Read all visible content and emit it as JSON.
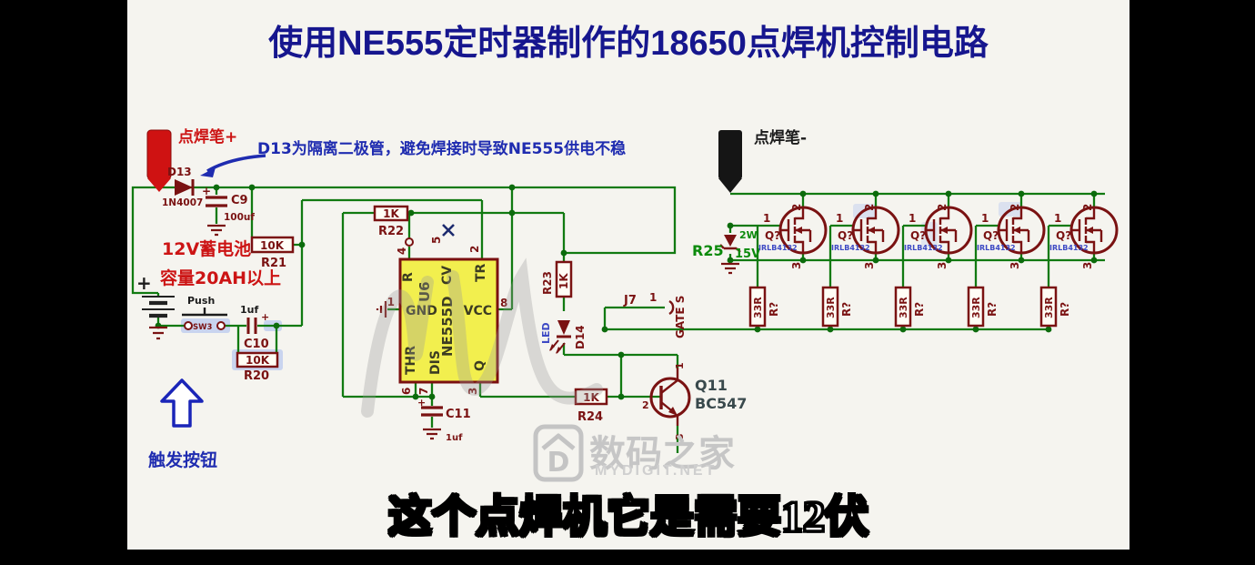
{
  "title": "使用NE555定时器制作的18650点焊机控制电路",
  "subtitle": "这个点焊机它是需要12伏",
  "labels": {
    "pen_positive": "点焊笔+",
    "pen_negative": "点焊笔-",
    "d13_note": "D13为隔离二极管，避免焊接时导致NE555供电不稳",
    "battery_line1": "12V蓄电池",
    "battery_line2": "容量20AH以上",
    "battery_plus": "+",
    "trigger": "触发按钮"
  },
  "watermark": {
    "logo_letter": "D",
    "name": "数码之家",
    "site": "MYDIGIT.NET"
  },
  "ne555": {
    "ref": "U6",
    "part": "NE555D",
    "pins": {
      "gnd": "GND",
      "thr": "THR",
      "dis": "DIS",
      "q": "Q",
      "r": "R",
      "cv": "CV",
      "tr": "TR",
      "vcc": "VCC"
    },
    "pin_numbers": {
      "gnd": "1",
      "thr": "6",
      "dis": "7",
      "q": "3",
      "r": "4",
      "cv": "5",
      "tr": "2",
      "vcc": "8"
    }
  },
  "components": {
    "d13": {
      "ref": "D13",
      "value": "1N4007"
    },
    "c9": {
      "ref": "C9",
      "value": "100uf",
      "plus": "+"
    },
    "r21": {
      "ref": "R21",
      "value": "10K"
    },
    "r22": {
      "ref": "R22",
      "value": "1K"
    },
    "sw3": {
      "ref": "SW3",
      "value": "Push"
    },
    "c10": {
      "ref": "C10",
      "value": "1uf",
      "plus": "+"
    },
    "r20": {
      "ref": "R20",
      "value": "10K"
    },
    "c11": {
      "ref": "C11",
      "value": "1uf",
      "plus": "+"
    },
    "r23": {
      "ref": "R23",
      "value": "1K"
    },
    "d14": {
      "ref": "D14",
      "type": "LED"
    },
    "r24": {
      "ref": "R24",
      "value": "1K"
    },
    "q11": {
      "ref": "Q11",
      "value": "BC547",
      "pin1": "1",
      "pin2": "2",
      "pin3": "3"
    },
    "j7": {
      "ref": "J7",
      "pin": "1",
      "label": "GATE S"
    },
    "r25": {
      "ref": "R25",
      "power": "2W",
      "voltage": "15V"
    }
  },
  "mosfets": [
    {
      "ref": "Q?",
      "part": "IRLB4132",
      "gate": "1",
      "drain": "2",
      "source": "3"
    },
    {
      "ref": "Q?",
      "part": "IRLB4132",
      "gate": "1",
      "drain": "2",
      "source": "3"
    },
    {
      "ref": "Q?",
      "part": "IRLB4132",
      "gate": "1",
      "drain": "2",
      "source": "3"
    },
    {
      "ref": "Q?",
      "part": "IRLB4132",
      "gate": "1",
      "drain": "2",
      "source": "3"
    },
    {
      "ref": "Q?",
      "part": "IRLB4132",
      "gate": "1",
      "drain": "2",
      "source": "3"
    }
  ],
  "gate_resistors": [
    {
      "ref": "R?",
      "value": "33R"
    },
    {
      "ref": "R?",
      "value": "33R"
    },
    {
      "ref": "R?",
      "value": "33R"
    },
    {
      "ref": "R?",
      "value": "33R"
    },
    {
      "ref": "R?",
      "value": "33R"
    }
  ],
  "colors": {
    "wire": "#117a11",
    "component": "#7a1212",
    "chip_fill": "#f2ef4e",
    "title": "#16168e",
    "note": "#1f2cb0",
    "red_label": "#cc1414",
    "green_label": "#0b8a0b",
    "mosfet_part": "#3d49c4"
  }
}
